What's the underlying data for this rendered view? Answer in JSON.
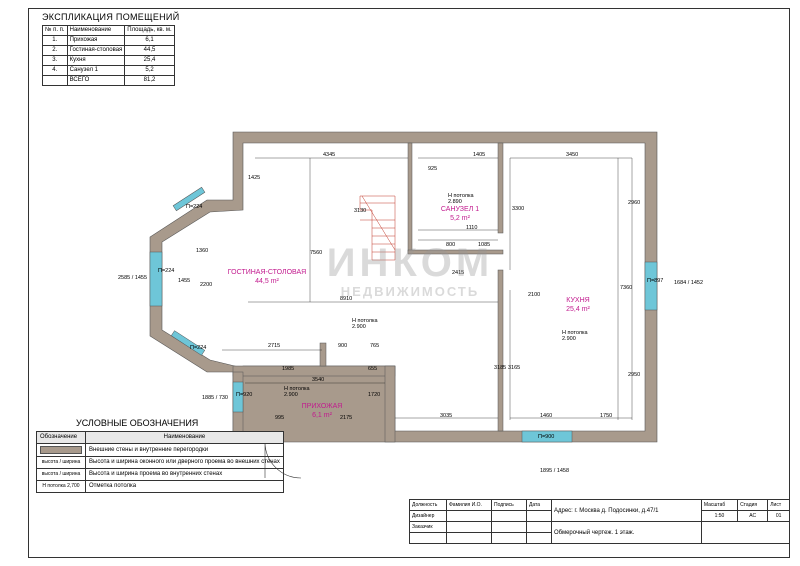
{
  "explication": {
    "title": "ЭКСПЛИКАЦИЯ ПОМЕЩЕНИЙ",
    "headers": [
      "№ п. п.",
      "Наименование",
      "Площадь, кв. м."
    ],
    "rows": [
      {
        "n": "1.",
        "name": "Прихожая",
        "area": "6,1"
      },
      {
        "n": "2.",
        "name": "Гостиная-столовая",
        "area": "44,5"
      },
      {
        "n": "3.",
        "name": "Кухня",
        "area": "25,4"
      },
      {
        "n": "4.",
        "name": "Санузел 1",
        "area": "5,2"
      }
    ],
    "total_label": "ВСЕГО",
    "total_area": "81,2"
  },
  "rooms": {
    "living": {
      "name": "ГОСТИНАЯ-СТОЛОВАЯ",
      "area": "44,5 m²"
    },
    "bath": {
      "name": "САНУЗЕЛ 1",
      "area": "5,2 m²"
    },
    "kitchen": {
      "name": "КУХНЯ",
      "area": "25,4 m²"
    },
    "hall": {
      "name": "ПРИХОЖАЯ",
      "area": "6,1 m²"
    }
  },
  "ceiling": {
    "label": "Н потолка",
    "val_a": "2.890",
    "val_b": "2.900"
  },
  "dims": {
    "d4345": "4345",
    "d1405": "1405",
    "d3450": "3450",
    "d8910": "8910",
    "d2715": "2715",
    "d3035": "3035",
    "d2175": "2175",
    "d1750": "1750",
    "d1460": "1460",
    "d3540": "3540",
    "d1985": "1985",
    "d900": "900",
    "d765": "765",
    "d655": "655",
    "d995": "995",
    "d1110": "1110",
    "d1085": "1085",
    "d800": "800",
    "d925": "925",
    "d3130": "3130",
    "d3300": "3300",
    "d2960": "2960",
    "d2950": "2950",
    "d3185": "3185",
    "d3165": "3165",
    "d7360": "7360",
    "d7560": "7560",
    "d2200": "2200",
    "d1455": "1455",
    "d1360": "1360",
    "d1425": "1425",
    "d1720": "1720",
    "d2100": "2100",
    "d2415": "2415"
  },
  "windows": {
    "w224a": "П=224",
    "w224b": "П=224",
    "w224c": "П=224",
    "w920": "П=920",
    "w900": "П=900",
    "w897": "П=897",
    "sill_left": "2585 / 1455",
    "sill_right": "1684 / 1452",
    "sill_bottom": "1885 / 730",
    "sill_kitchen": "1895 / 1458"
  },
  "watermark": {
    "line1": "ИНКОМ",
    "line2": "НЕДВИЖИМОСТЬ"
  },
  "legend": {
    "title": "УСЛОВНЫЕ ОБОЗНАЧЕНИЯ",
    "headers": [
      "Обозначение",
      "Наименование"
    ],
    "rows": [
      {
        "symbol": "",
        "text": "Внешние стены и внутренние перегородки"
      },
      {
        "symbol": "высота / ширина",
        "text": "Высота и ширина оконного или дверного проема во внешних стенах"
      },
      {
        "symbol": "высота / ширина",
        "text": "Высота и ширина проема во внутренних стенах"
      },
      {
        "symbol": "Н потолка 2,700",
        "text": "Отметка потолка"
      }
    ]
  },
  "stamp": {
    "row1": [
      "Должность",
      "Фамилия И.О.",
      "Подпись",
      "Дата"
    ],
    "address": "Адрес: г. Москва д. Подосинки, д.47/1",
    "col_scale": "Масштаб",
    "col_stage": "Стадия",
    "col_sheet": "Лист",
    "scale": "1:50",
    "stage": "АС",
    "sheet": "01",
    "designer": "Дизайнер",
    "client": "Заказчик",
    "drawing": "Обмерочный чертеж. 1 этаж."
  },
  "colors": {
    "wall": "#a89a8c",
    "room_label": "#c21a8e",
    "window": "#6ec6d8"
  }
}
